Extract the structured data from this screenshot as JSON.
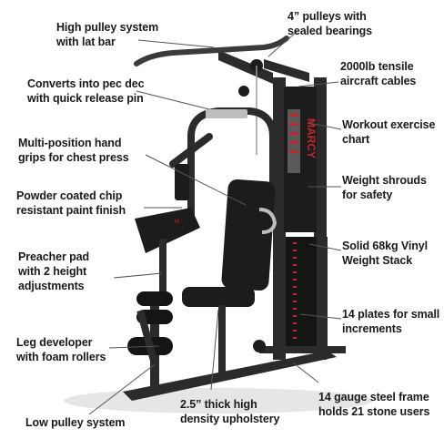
{
  "callouts": {
    "high_pulley": "High pulley system\nwith lat bar",
    "pulleys": "4” pulleys with\nsealed bearings",
    "cables": "2000lb tensile\naircraft cables",
    "pec_dec": "Converts into pec dec\nwith quick release pin",
    "chart": "Workout exercise\nchart",
    "hand_grips": "Multi-position hand\ngrips for chest press",
    "shrouds": "Weight shrouds\nfor safety",
    "powder_coat": "Powder coated chip\nresistant paint finish",
    "weight_stack": "Solid 68kg Vinyl\nWeight Stack",
    "preacher": "Preacher pad\nwith 2 height\nadjustments",
    "plates": "14 plates for small\nincrements",
    "leg_developer": "Leg developer\nwith foam rollers",
    "frame": "14 gauge steel frame\nholds 21 stone users",
    "upholstery": "2.5” thick high\ndensity upholstery",
    "low_pulley": "Low pulley system"
  },
  "machine": {
    "brand_text": "MARCY",
    "colors": {
      "frame": "#2b2b2b",
      "accent": "#c0262d",
      "pad": "#1c1c1c",
      "chrome": "#bdbdbd"
    }
  }
}
